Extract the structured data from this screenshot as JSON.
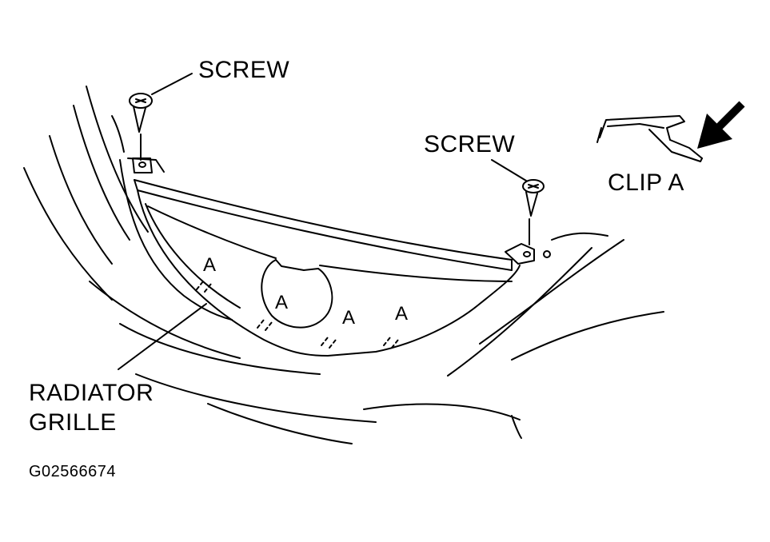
{
  "labels": {
    "screw_left": "SCREW",
    "screw_right": "SCREW",
    "clip": "CLIP A",
    "grille_line1": "RADIATOR",
    "grille_line2": "GRILLE",
    "clip_marks": [
      "A",
      "A",
      "A",
      "A"
    ],
    "figure_id": "G02566674"
  },
  "colors": {
    "ink": "#000000",
    "background": "#ffffff"
  }
}
